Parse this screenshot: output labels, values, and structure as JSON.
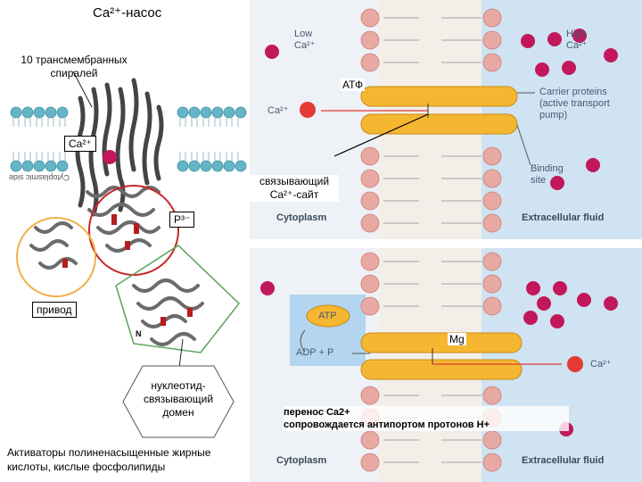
{
  "left": {
    "title": "Ca²⁺-насос",
    "helices_label": "10 трансмембранных\nспиралей",
    "ca_label": "Ca²⁺",
    "cytoplasmic_side": "Cytoplasmic side",
    "p_label": "P³⁻",
    "drive_label": "привод",
    "n_label": "N",
    "nucleotide_label": "нуклеотид-\nсвязывающий\nдомен",
    "activators": "Активаторы полиненасыщенные жирные\nкислоты, кислые фосфолипиды"
  },
  "top_panel": {
    "low_ca": "Low\nCa²⁺",
    "high_ca": "High\nCa²⁺",
    "atf": "АТФ",
    "ca_ion": "Ca²⁺",
    "carrier": "Carrier proteins\n(active transport\npump)",
    "binding": "Binding\nsite",
    "binding_ru": "связывающий\nCa²⁺-сайт",
    "cytoplasm": "Cytoplasm",
    "extracellular": "Extracellular fluid"
  },
  "bottom_panel": {
    "atp": "ATP",
    "adp": "ADP + P",
    "mg": "Mg",
    "ca_ion": "Ca²⁺",
    "transfer_note": "перенос Ca2+\nсопровождается антипортом протонов H+",
    "cytoplasm": "Cytoplasm",
    "extracellular": "Extracellular fluid"
  },
  "colors": {
    "ion": "#c2185b",
    "red_ion": "#e53935",
    "membrane_bead": "#e8a9a2",
    "cytoplasm_bg": "#eef1f6",
    "extracellular_bg": "#cfe3f3",
    "carrier": "#f5b731"
  }
}
